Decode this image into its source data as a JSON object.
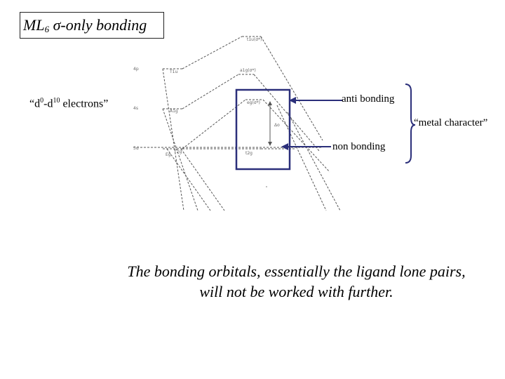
{
  "title": {
    "prefix": "ML",
    "sub": "6",
    "sigma": "σ",
    "suffix": "-only bonding"
  },
  "electrons": {
    "open": "“d",
    "sup0": "0",
    "mid": "-d",
    "sup10": "10",
    "close": " electrons”"
  },
  "labels": {
    "anti_bonding": "anti bonding",
    "metal_character": "“metal character”",
    "non_bonding": "non bonding"
  },
  "diagram": {
    "metal_levels": [
      "4p",
      "4s",
      "3d"
    ],
    "metal_terms": [
      "T1u",
      "A1g",
      "Eg",
      "T2g"
    ],
    "complex_levels": [
      "t1u(σ*)",
      "a1g(σ*)",
      "eg(σ*)",
      "t2g"
    ],
    "delta": "Δo"
  },
  "caption": {
    "line1": "The bonding orbitals, essentially the ligand lone pairs,",
    "line2": "will not be worked with further."
  },
  "colors": {
    "accent": "#2b2f7a",
    "diagram_ink": "#555555"
  }
}
